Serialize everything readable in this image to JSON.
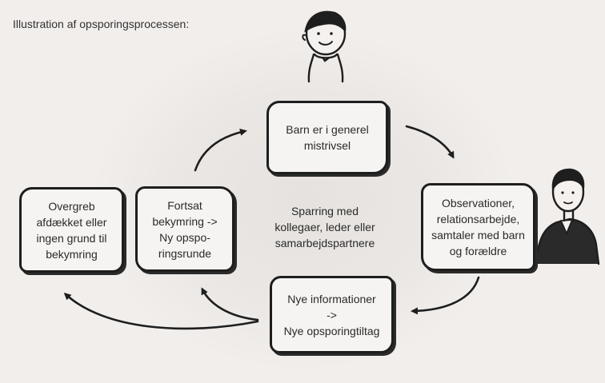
{
  "caption": "Illustration af opsporingsprocessen:",
  "boxes": {
    "child_wellbeing": "Barn er i generel\nmistrivsel",
    "observations": "Observationer,\nrelationsarbejde,\nsamtaler med barn\nog forældre",
    "new_info": "Nye informationer\n->\nNye opsporingtiltag",
    "continued_concern": "Fortsat\nbekymring ->\nNy opspo-\nringsrunde",
    "outcome": "Overgreb\nafdækket eller\ningen grund til\nbekymring"
  },
  "center_text": "Sparring med\nkollegaer, leder eller\nsamarbejdspartnere",
  "colors": {
    "background": "#f1eeec",
    "ink": "#1e1e1e",
    "box_fill": "#f6f4f2"
  }
}
